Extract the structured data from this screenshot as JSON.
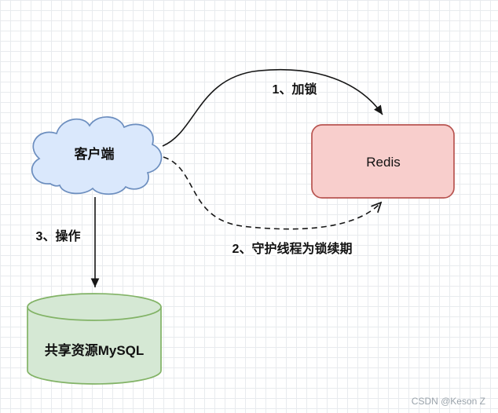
{
  "diagram": {
    "nodes": {
      "client": {
        "label": "客户端",
        "shape": "cloud",
        "fill": "#dae8fc",
        "stroke": "#6c8ebf"
      },
      "redis": {
        "label": "Redis",
        "shape": "rounded-rect",
        "fill": "#f8cecc",
        "stroke": "#b85450"
      },
      "mysql": {
        "label": "共享资源MySQL",
        "shape": "cylinder",
        "fill": "#d5e8d4",
        "stroke": "#82b366"
      }
    },
    "edges": {
      "lock": {
        "label": "1、加锁",
        "from": "client",
        "to": "redis",
        "style": "solid"
      },
      "renew": {
        "label": "2、守护线程为锁续期",
        "from": "client",
        "to": "redis",
        "style": "dashed"
      },
      "operate": {
        "label": "3、操作",
        "from": "client",
        "to": "mysql",
        "style": "solid"
      }
    },
    "watermark": "CSDN @Keson Z"
  }
}
